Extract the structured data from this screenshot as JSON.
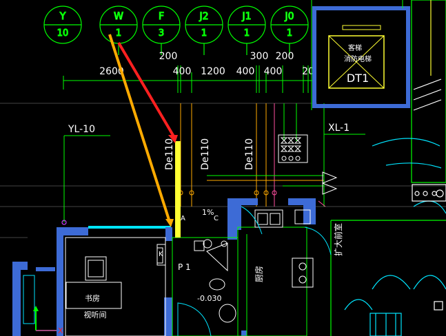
{
  "axis_bubbles": [
    {
      "letter": "Y",
      "number": "10"
    },
    {
      "letter": "W",
      "number": "1"
    },
    {
      "letter": "F",
      "number": "3"
    },
    {
      "letter": "J2",
      "number": "1"
    },
    {
      "letter": "J1",
      "number": "1"
    },
    {
      "letter": "J0",
      "number": "1"
    }
  ],
  "dimensions": {
    "upper": [
      "200",
      "300",
      "200"
    ],
    "lower": [
      "2600",
      "400",
      "1200",
      "400",
      "400",
      "20"
    ]
  },
  "pipe_labels": [
    "De110",
    "De110",
    "De110"
  ],
  "riser_labels": {
    "left": "YL-10",
    "right": "XL-1"
  },
  "elevator": {
    "name": "DT1",
    "note": "消防电梯",
    "note2": "客梯"
  },
  "rooms": {
    "kitchen": "厨房",
    "study": "书房",
    "study_sub": "视听间",
    "extended": "扩大前室"
  },
  "elevation": "-0.030",
  "slope": "1%",
  "marks": {
    "a": "A",
    "c": "C",
    "k": "K",
    "p1": "P 1"
  },
  "colors": {
    "background": "#000000",
    "wall": "#3d6bd6",
    "axis_green": "#00ff00",
    "pipe_yellow": "#ffff33",
    "arrow_red": "#ff2020",
    "arrow_orange": "#ffaa00",
    "cyan": "#00e5ff"
  }
}
